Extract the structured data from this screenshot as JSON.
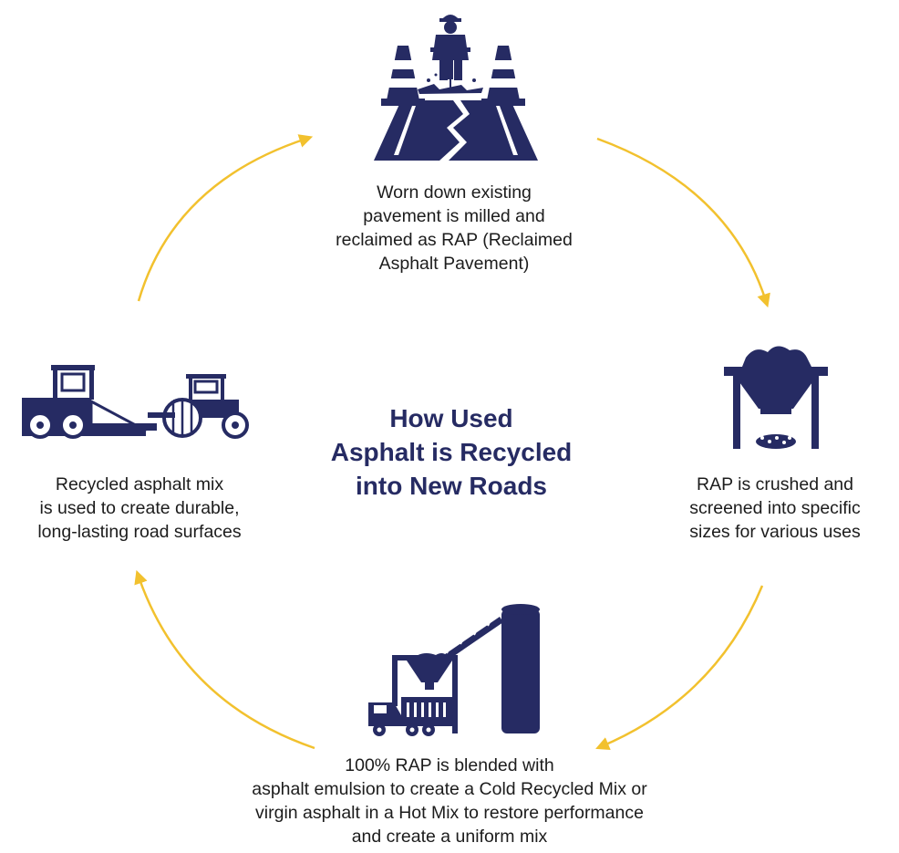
{
  "title": {
    "lines": [
      "How Used",
      "Asphalt is Recycled",
      "into New Roads"
    ]
  },
  "steps": [
    {
      "id": "mill",
      "icon": "worker-jackhammer-road-icon",
      "lines": [
        "Worn down existing",
        "pavement is milled and",
        "reclaimed as RAP (Reclaimed",
        "Asphalt Pavement)"
      ]
    },
    {
      "id": "crush",
      "icon": "hopper-crusher-icon",
      "lines": [
        "RAP is crushed and",
        "screened into specific",
        "sizes for various uses"
      ]
    },
    {
      "id": "blend",
      "icon": "asphalt-plant-truck-icon",
      "lines": [
        "100% RAP is blended with",
        "asphalt emulsion to create a Cold Recycled Mix or",
        "virgin asphalt in a Hot Mix to restore performance",
        "and create a uniform mix"
      ]
    },
    {
      "id": "pave",
      "icon": "paver-roller-icon",
      "lines": [
        "Recycled asphalt mix",
        "is used to create durable,",
        "long-lasting road surfaces"
      ]
    }
  ],
  "colors": {
    "navy": "#262b63",
    "arrow": "#f2c12e",
    "text": "#1c1c1c"
  }
}
